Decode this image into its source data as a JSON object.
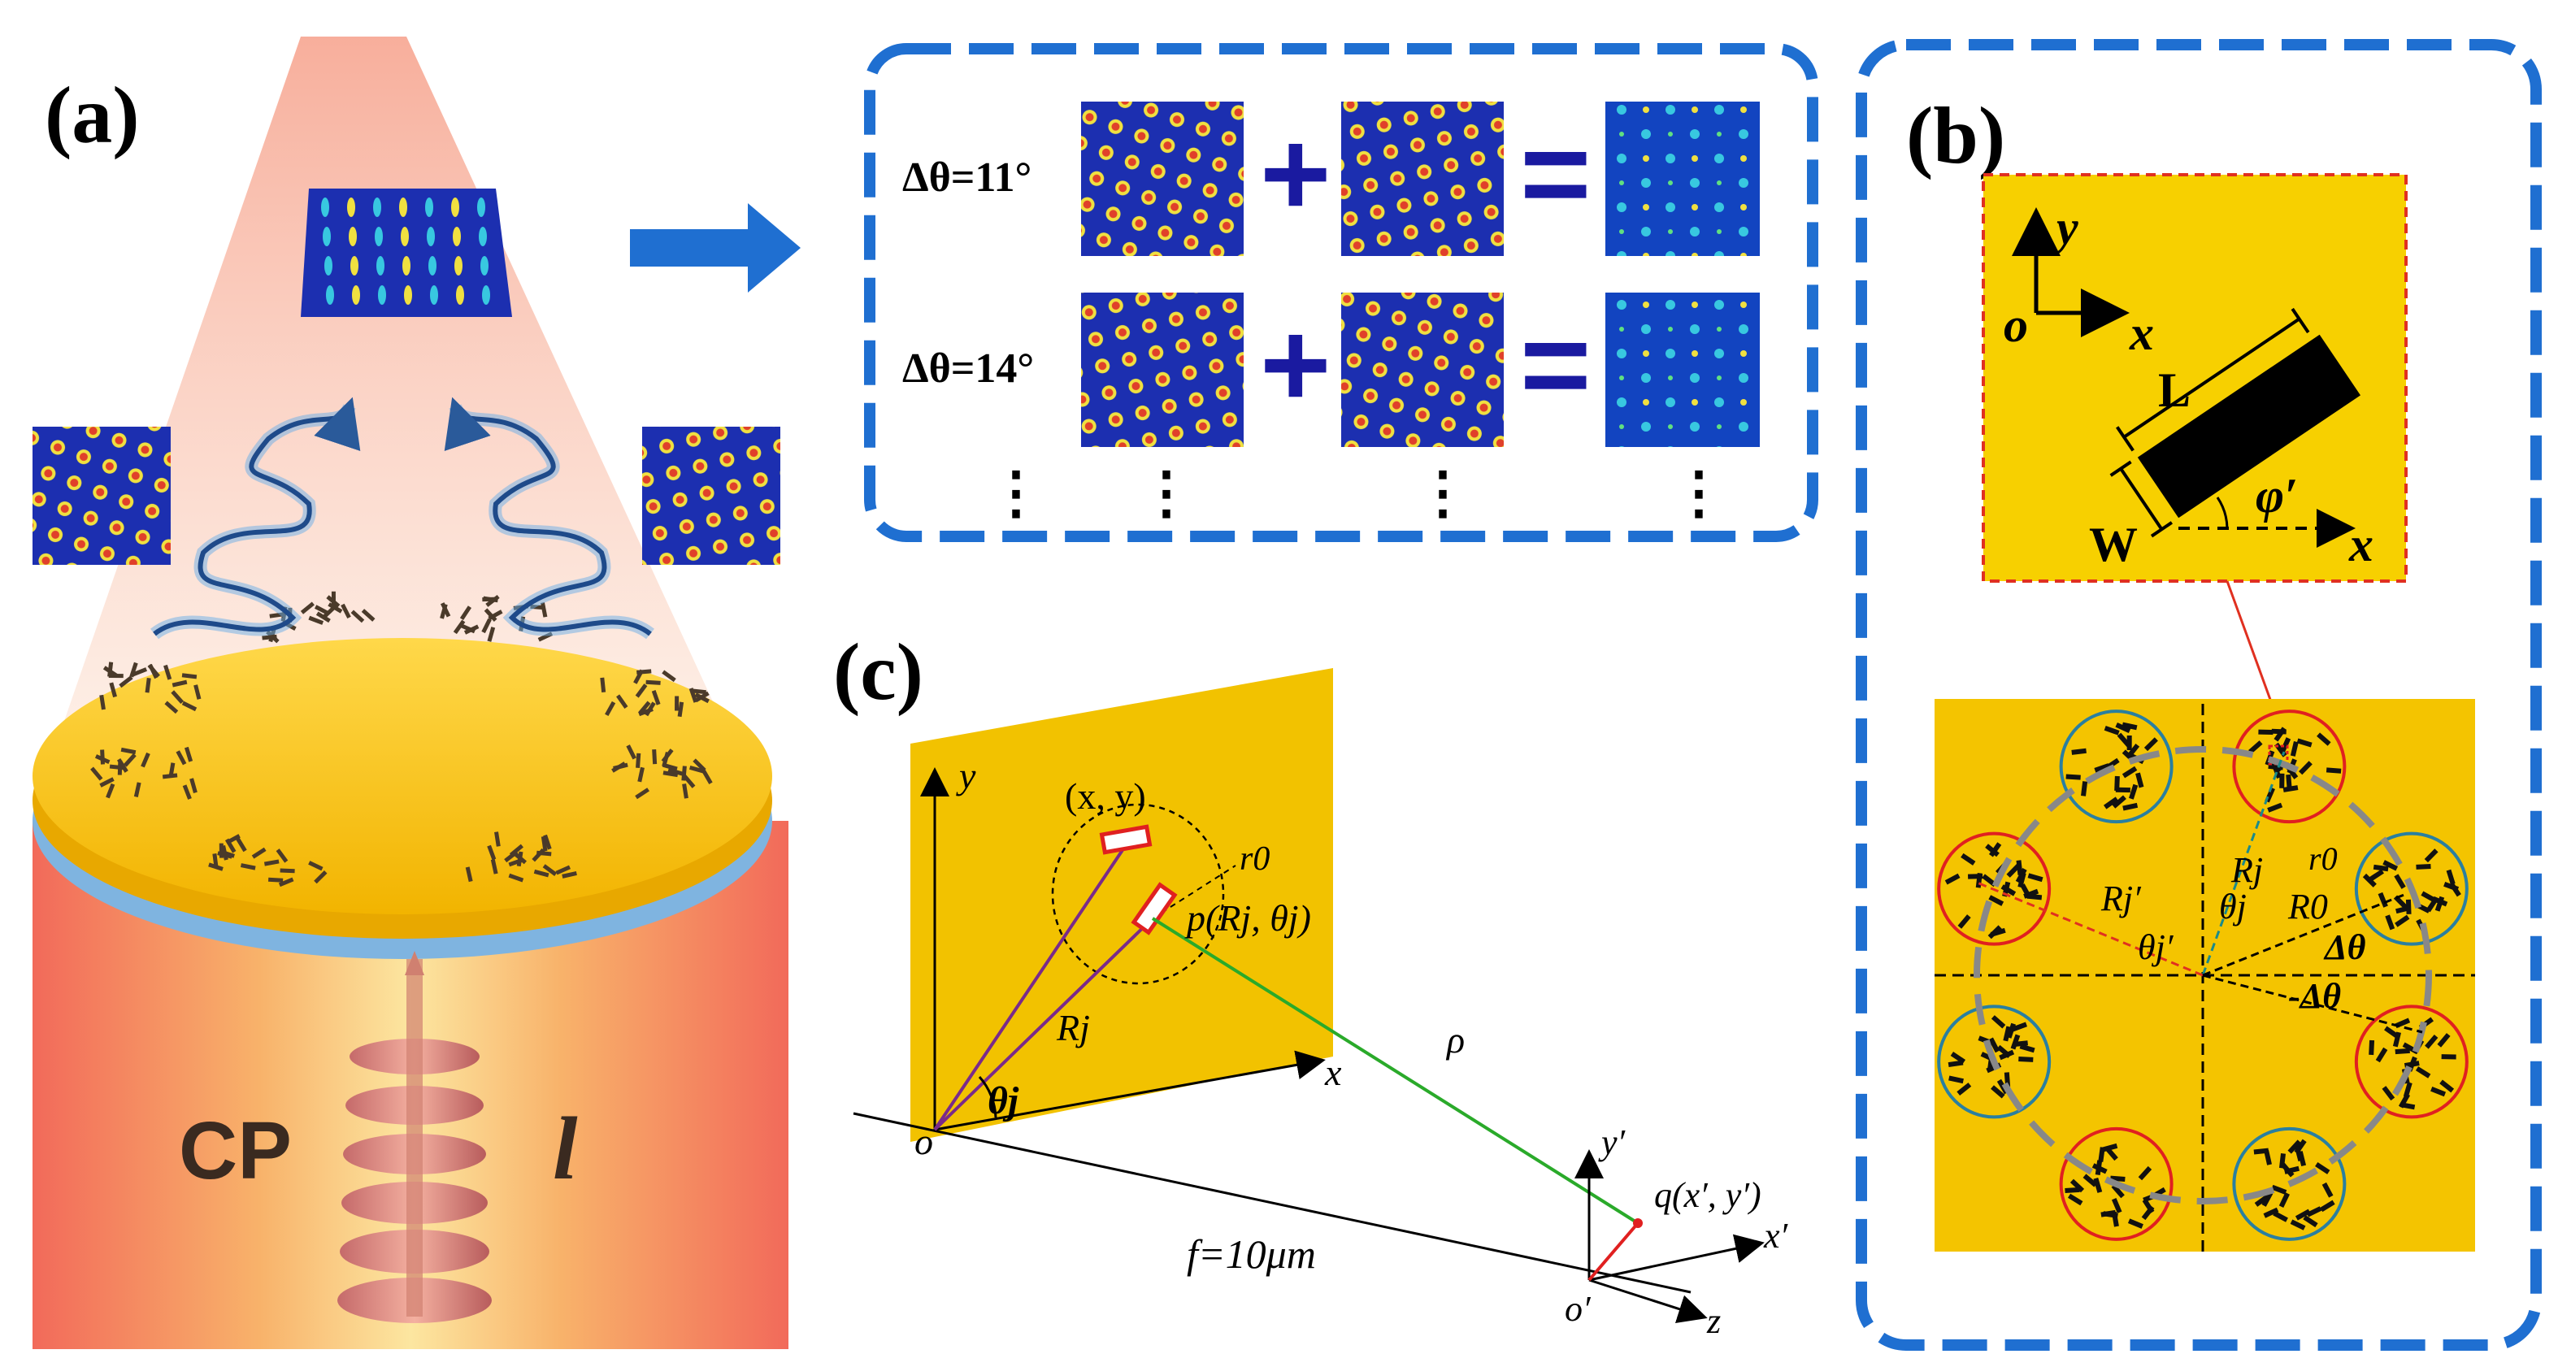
{
  "panel_a": {
    "label": "(a)",
    "cp_label": "CP",
    "l_label": "l"
  },
  "equation_box": {
    "rows": [
      {
        "delta_label": "Δθ=11°"
      },
      {
        "delta_label": "Δθ=14°"
      }
    ],
    "plus": "+",
    "equals": "=",
    "ellipsis": "⋮"
  },
  "panel_b": {
    "label": "(b)",
    "inset": {
      "axis_y": "y",
      "axis_x": "x",
      "origin": "o",
      "length_label": "L",
      "width_label": "W",
      "angle_label": "φ′",
      "axis_x2": "x"
    },
    "array": {
      "rj": "Rj",
      "rj_prime": "Rj′",
      "theta_j": "θj",
      "theta_j_prime": "θj′",
      "r0_big": "R0",
      "r0_small": "r0",
      "delta_theta": "Δθ",
      "neg_delta_theta": "-Δθ"
    }
  },
  "panel_c": {
    "label": "(c)",
    "axis_y": "y",
    "axis_x": "x",
    "origin": "o",
    "point_xy": "(x, y)",
    "r0": "r0",
    "p_label": "p(Rj, θj)",
    "rj": "Rj",
    "theta_j": "θj",
    "rho": "ρ",
    "focal": "f=10μm",
    "axis_y_prime": "y′",
    "axis_x_prime": "x′",
    "axis_z": "z",
    "origin_prime": "o′",
    "q_label": "q(x′, y′)"
  },
  "colors": {
    "gold": "#f2c200",
    "box_blue": "#1f6fd1",
    "arrow_blue": "#1f6fd1",
    "sym_blue": "#1a1aa0",
    "red_circle": "#e02020",
    "teal_circle": "#2a7fa0"
  }
}
